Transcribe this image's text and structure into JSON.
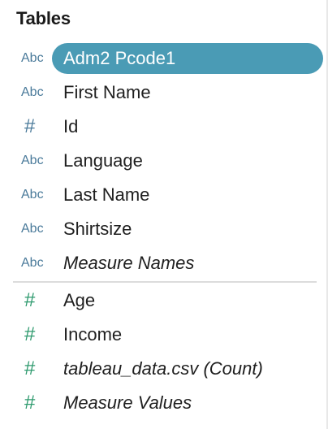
{
  "section": {
    "title": "Tables"
  },
  "dimensions": [
    {
      "type": "Abc",
      "name": "Adm2 Pcode1",
      "selected": true,
      "italic": false
    },
    {
      "type": "Abc",
      "name": "First Name",
      "selected": false,
      "italic": false
    },
    {
      "type": "#",
      "name": "Id",
      "selected": false,
      "italic": false
    },
    {
      "type": "Abc",
      "name": "Language",
      "selected": false,
      "italic": false
    },
    {
      "type": "Abc",
      "name": "Last Name",
      "selected": false,
      "italic": false
    },
    {
      "type": "Abc",
      "name": "Shirtsize",
      "selected": false,
      "italic": false
    },
    {
      "type": "Abc",
      "name": "Measure Names",
      "selected": false,
      "italic": true
    }
  ],
  "measures": [
    {
      "type": "#",
      "name": "Age",
      "italic": false
    },
    {
      "type": "#",
      "name": "Income",
      "italic": false
    },
    {
      "type": "#",
      "name": "tableau_data.csv (Count)",
      "italic": true
    },
    {
      "type": "#",
      "name": "Measure Values",
      "italic": true
    }
  ],
  "colors": {
    "selected_pill": "#4a9bb5",
    "dimension_icon": "#4a7a9a",
    "measure_icon": "#2e9a6e"
  }
}
